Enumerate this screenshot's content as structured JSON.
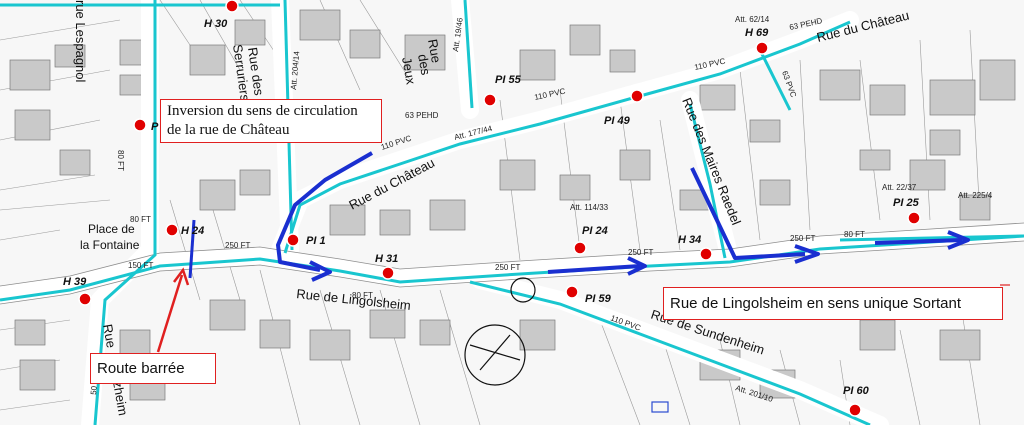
{
  "streets": {
    "rue_lingolsheim": "Rue de Lingolsheim",
    "rue_chateau_upper": "Rue du Château",
    "rue_chateau_mid": "Rue du Château",
    "rue_sundenheim": "Rue de Sundenheim",
    "rue_maires_raedel": "Rue des Maires Raedel",
    "rue_jeux_1": "Rue",
    "rue_jeux_2": "des",
    "rue_jeux_3": "Jeux",
    "rue_serruriers_1": "Rue des",
    "rue_serruriers_2": "Serruriers",
    "rue_lespagnol": "rue Lespagnol",
    "place_fontaine_1": "Place de",
    "place_fontaine_2": "la Fontaine",
    "rue_bottom_left": "Rue",
    "rue_bottom_left_2": "zheim"
  },
  "hydrants": {
    "h30": "H 30",
    "h69": "H 69",
    "h24": "H 24",
    "h39": "H 39",
    "h31": "H 31",
    "h34": "H 34",
    "pi55": "PI 55",
    "pi49": "PI 49",
    "pi1": "PI 1",
    "pi24": "PI 24",
    "pi59": "PI 59",
    "pi25": "PI 25",
    "pi60": "PI 60",
    "p_left": "P"
  },
  "pipe_labels": {
    "pvc110_a": "110 PVC",
    "pvc110_b": "110 PVC",
    "pvc110_c": "110 PVC",
    "pvc110_d": "110 PVC",
    "pehd63_a": "63 PEHD",
    "pehd63_b": "63 PEHD",
    "ft250_a": "250 FT",
    "ft250_b": "250 FT",
    "ft250_c": "250 FT",
    "ft250_d": "250 FT",
    "ft80_a": "80 FT",
    "ft80_b": "80 FT",
    "ft80_c": "80 FT",
    "ft80_d": "80 FT",
    "ft150": "150 FT",
    "ft50": "50 FT",
    "pvc63": "63 PVC",
    "att_a": "Att. 177/44",
    "att_b": "Att. 114/33",
    "att_c": "Att. 62/14",
    "att_d": "Att. 22/37",
    "att_e": "Att. 225/4",
    "att_f": "Att. 201/10",
    "att_g": "Att. 19/46",
    "att_h": "Att. 204/14"
  },
  "callouts": {
    "inversion": "Inversion du sens de circulation de la rue de Château",
    "sens_unique": "Rue de Lingolsheim en sens unique Sortant",
    "route_barree": "Route barrée"
  },
  "colors": {
    "water_main": "#19c6cf",
    "traffic_arrow": "#1a2fd0",
    "callout_border": "#e02020",
    "hydrant": "#e00000"
  }
}
